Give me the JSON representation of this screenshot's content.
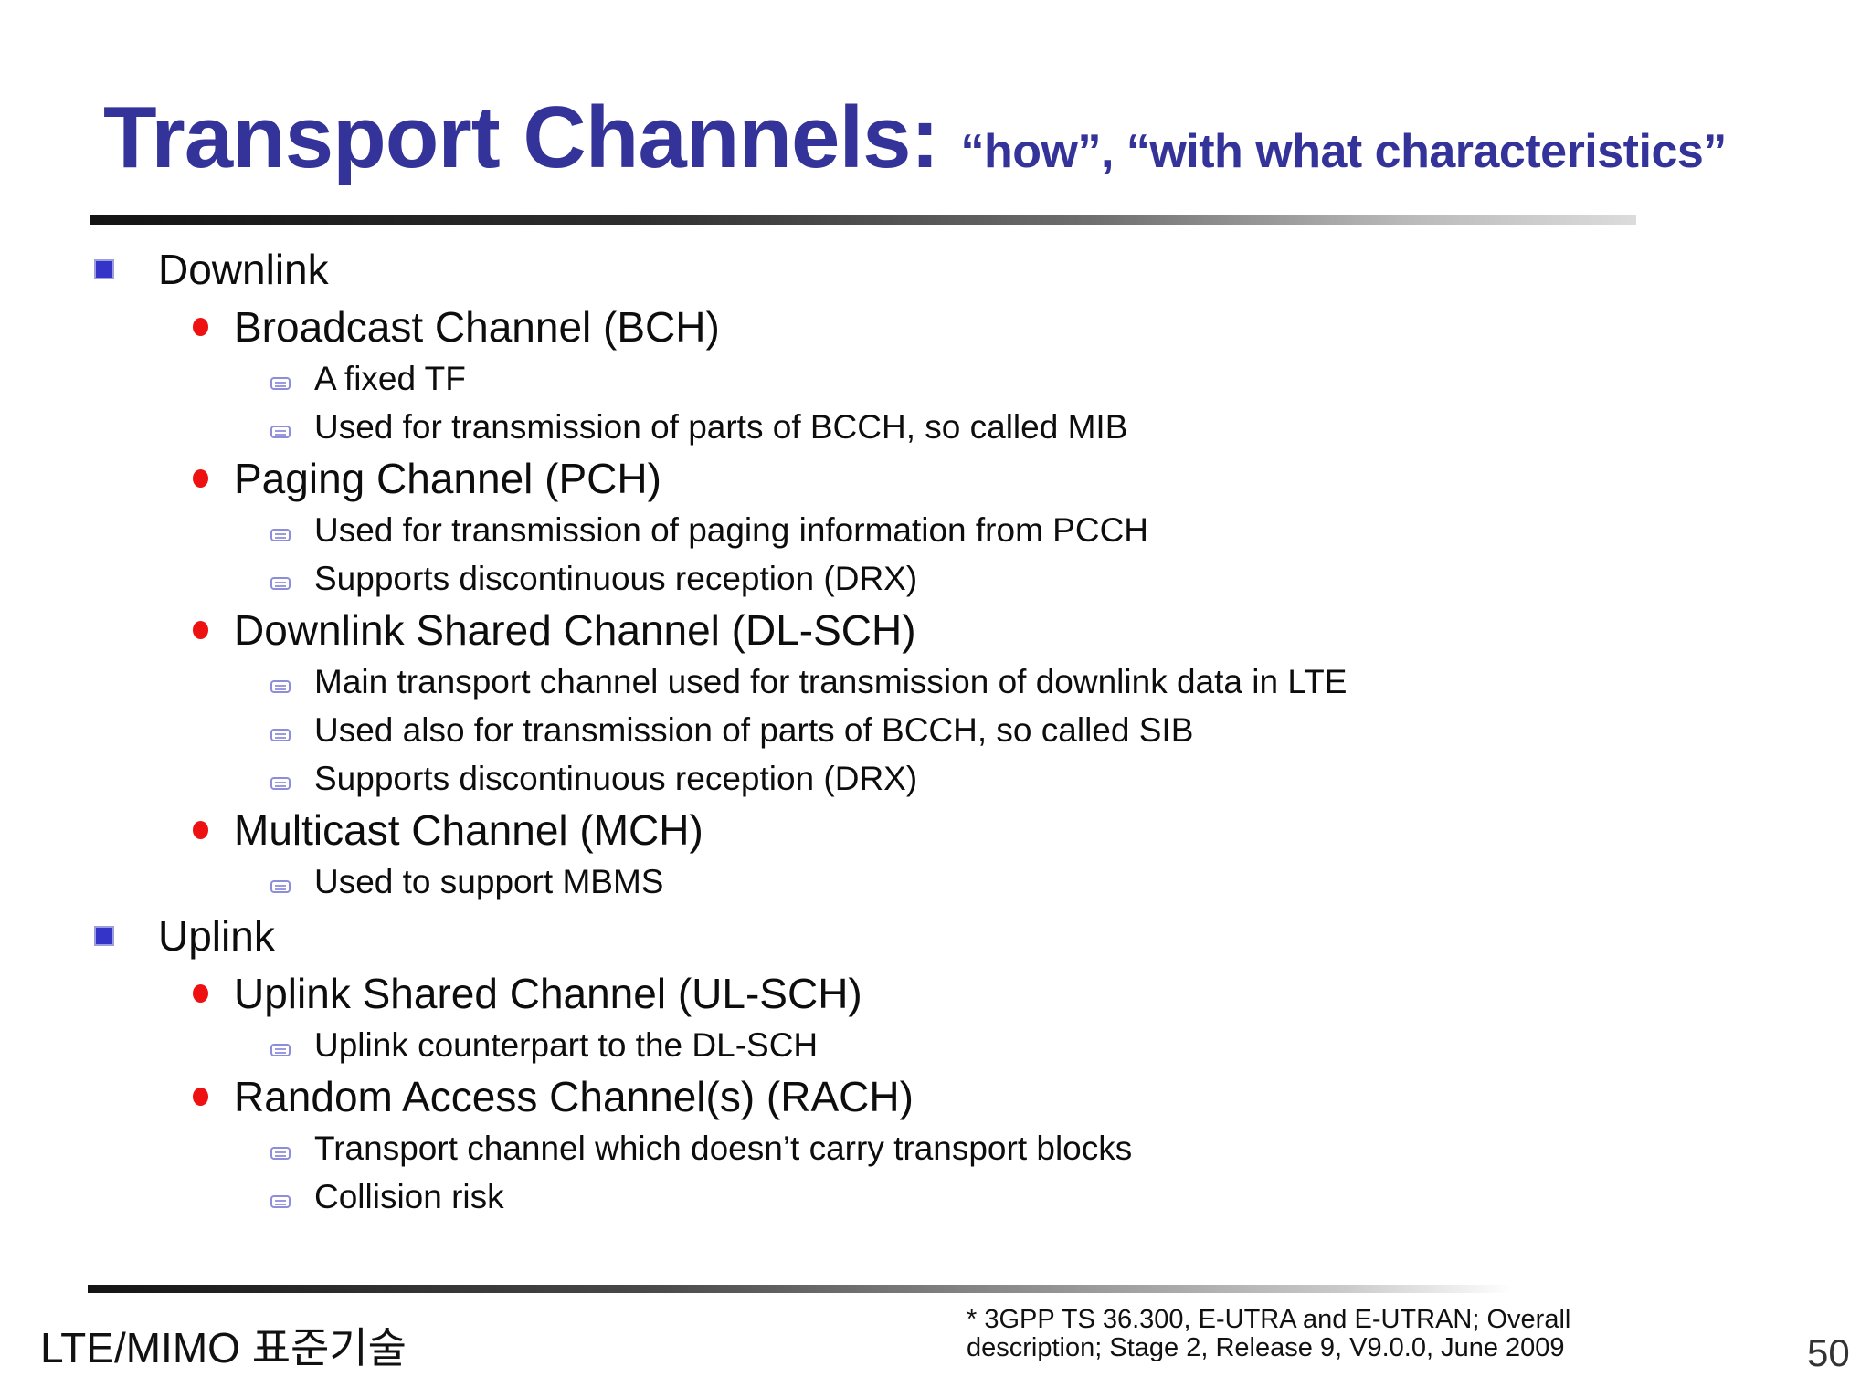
{
  "slide": {
    "title": "Transport Channels:",
    "subtitle": "“how”, “with what characteristics”",
    "colors": {
      "title_text": "#333399",
      "level1_square_bullet": "#3434c9",
      "level2_dot_bullet": "#ee1111",
      "level3_note_bullet": "#8d8dd9",
      "body_text": "#0d0d0d"
    }
  },
  "content": {
    "rows": [
      {
        "level": 1,
        "bullet": "square-bullet-icon",
        "text": "Downlink"
      },
      {
        "level": 2,
        "bullet": "dot-bullet-icon",
        "text": "Broadcast Channel (BCH)"
      },
      {
        "level": 3,
        "bullet": "note-bullet-icon",
        "text": "A fixed TF"
      },
      {
        "level": 3,
        "bullet": "note-bullet-icon",
        "text": "Used for transmission of parts of BCCH, so called MIB"
      },
      {
        "level": 2,
        "bullet": "dot-bullet-icon",
        "text": "Paging Channel (PCH)"
      },
      {
        "level": 3,
        "bullet": "note-bullet-icon",
        "text": "Used for transmission of paging information from PCCH"
      },
      {
        "level": 3,
        "bullet": "note-bullet-icon",
        "text": "Supports discontinuous reception (DRX)"
      },
      {
        "level": 2,
        "bullet": "dot-bullet-icon",
        "text": "Downlink Shared Channel (DL-SCH)"
      },
      {
        "level": 3,
        "bullet": "note-bullet-icon",
        "text": "Main transport channel used for transmission of downlink data in LTE"
      },
      {
        "level": 3,
        "bullet": "note-bullet-icon",
        "text": "Used also for transmission of parts of BCCH, so called SIB"
      },
      {
        "level": 3,
        "bullet": "note-bullet-icon",
        "text": "Supports discontinuous reception (DRX)"
      },
      {
        "level": 2,
        "bullet": "dot-bullet-icon",
        "text": "Multicast Channel (MCH)"
      },
      {
        "level": 3,
        "bullet": "note-bullet-icon",
        "text": "Used to support MBMS"
      },
      {
        "level": 1,
        "bullet": "square-bullet-icon",
        "text": "Uplink"
      },
      {
        "level": 2,
        "bullet": "dot-bullet-icon",
        "text": "Uplink Shared Channel (UL-SCH)"
      },
      {
        "level": 3,
        "bullet": "note-bullet-icon",
        "text": "Uplink counterpart to the DL-SCH"
      },
      {
        "level": 2,
        "bullet": "dot-bullet-icon",
        "text": "Random Access Channel(s) (RACH)"
      },
      {
        "level": 3,
        "bullet": "note-bullet-icon",
        "text": "Transport channel which doesn’t carry transport blocks"
      },
      {
        "level": 3,
        "bullet": "note-bullet-icon",
        "text": "Collision risk"
      }
    ]
  },
  "footer": {
    "left_label": "LTE/MIMO 표준기술",
    "citation_line1": "* 3GPP TS 36.300, E-UTRA and E-UTRAN; Overall",
    "citation_line2": "description; Stage 2, Release 9, V9.0.0, June 2009",
    "page_number": "50"
  }
}
